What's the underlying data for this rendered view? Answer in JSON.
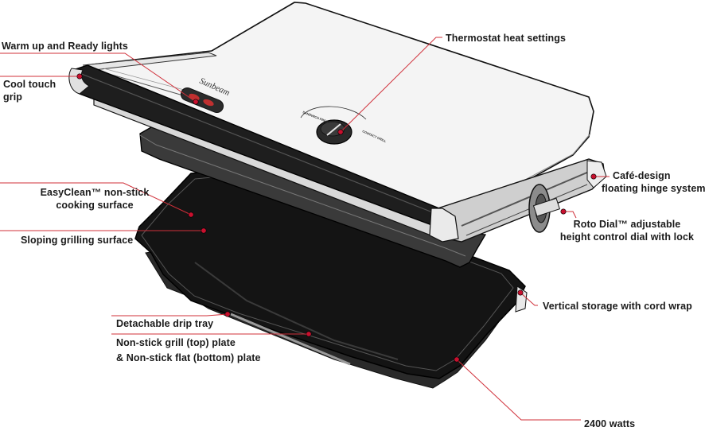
{
  "product": {
    "brand_mark": "Sunbeam",
    "dial_marks": [
      "SANDWICH PRESS",
      "CONTACT GRILL"
    ]
  },
  "colors": {
    "leader_line": "#d0303a",
    "callout_dot": "#c8102e",
    "plate": "#141414",
    "lid": "#f4f4f4"
  },
  "labels": {
    "warm_up_lights": "Warm up and Ready lights",
    "cool_touch_grip": [
      "Cool touch",
      "grip"
    ],
    "thermostat": "Thermostat heat settings",
    "cafe_hinge": [
      "Café-design",
      "floating hinge system"
    ],
    "easyclean": [
      "EasyClean™ non-stick",
      "cooking surface"
    ],
    "sloping": "Sloping grilling surface",
    "roto_dial": [
      "Roto Dial™ adjustable",
      "height control dial with lock"
    ],
    "vertical_storage": "Vertical storage with cord wrap",
    "drip_tray": "Detachable drip tray",
    "plates": [
      "Non-stick grill (top) plate",
      "& Non-stick flat (bottom) plate"
    ],
    "watts": "2400 watts"
  }
}
